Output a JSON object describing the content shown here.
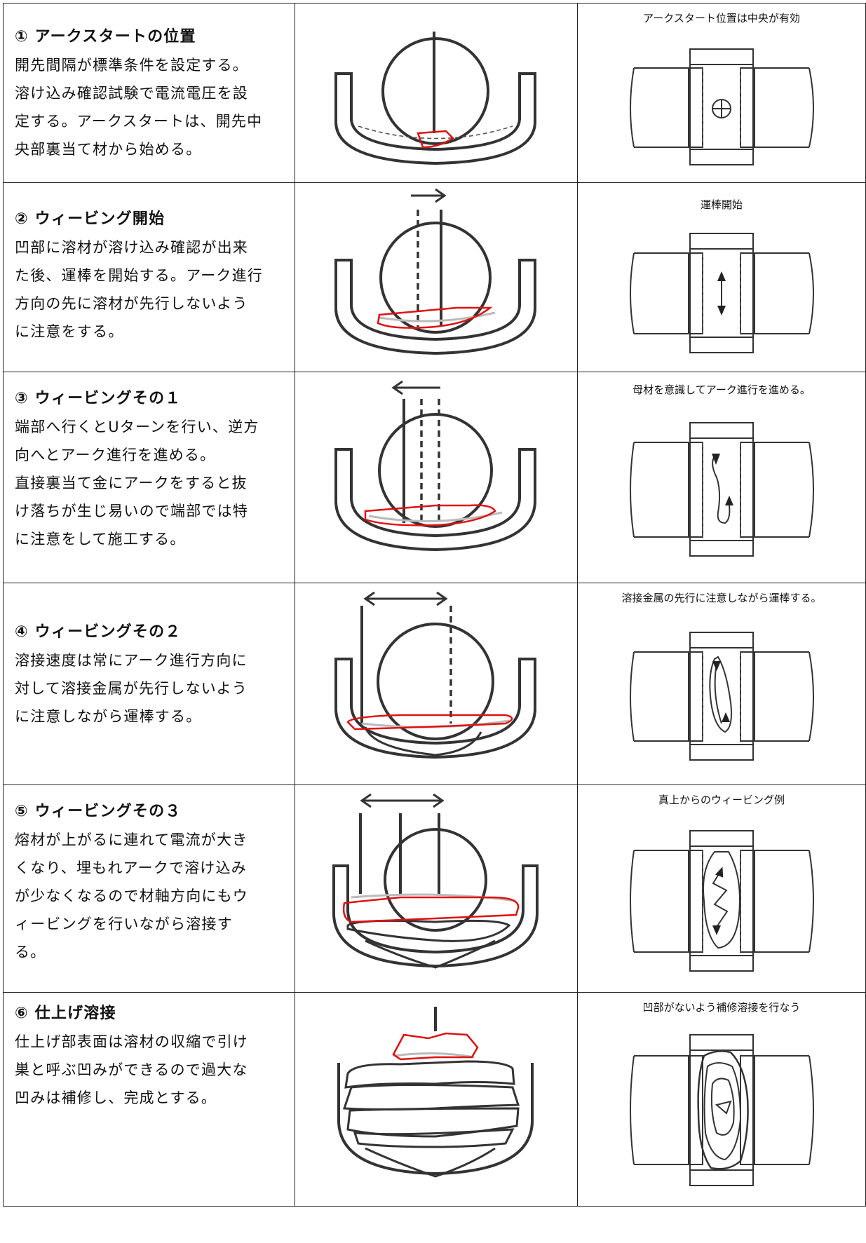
{
  "steps": [
    {
      "title": "① アークスタートの位置",
      "body": "開先間隔が標準条件を設定する。\n溶け込み確認試験で電流電圧を設\n定する。アークスタートは、開先中\n央部裏当て材から始める。",
      "caption": "アークスタート位置は中央が有効"
    },
    {
      "title": "② ウィービング開始",
      "body": "凹部に溶材が溶け込み確認が出来\nた後、運棒を開始する。アーク進行\n方向の先に溶材が先行しないよう\nに注意をする。",
      "caption": "運棒開始"
    },
    {
      "title": "③ ウィービングその１",
      "body": "端部へ行くとUターンを行い、逆方\n向へとアーク進行を進める。\n直接裏当て金にアークをすると抜\nけ落ちが生じ易いので端部では特\nに注意をして施工する。",
      "caption": "母材を意識してアーク進行を進める。"
    },
    {
      "title": "④ ウィービングその２",
      "body": "溶接速度は常にアーク進行方向に\n対して溶接金属が先行しないよう\nに注意しながら運棒する。",
      "caption": "溶接金属の先行に注意しながら運棒する。"
    },
    {
      "title": "⑤ ウィービングその３",
      "body": "熔材が上がるに連れて電流が大き\nくなり、埋もれアークで溶け込み\nが少なくなるので材軸方向にもウ\nィービングを行いながら溶接す\nる。",
      "caption": "真上からのウィービング例"
    },
    {
      "title": "⑥ 仕上げ溶接",
      "body": "仕上げ部表面は溶材の収縮で引け\n巣と呼ぶ凹みができるので過大な\n凹みは補修し、完成とする。",
      "caption": "凹部がないよう補修溶接を行なう"
    }
  ],
  "colors": {
    "outline": "#333333",
    "bead_highlight": "#e01010",
    "previous_pass": "#bbbbbb"
  },
  "icons": [
    "arrow-right-icon",
    "arrow-left-icon",
    "double-arrow-icon",
    "crosshair-icon"
  ]
}
